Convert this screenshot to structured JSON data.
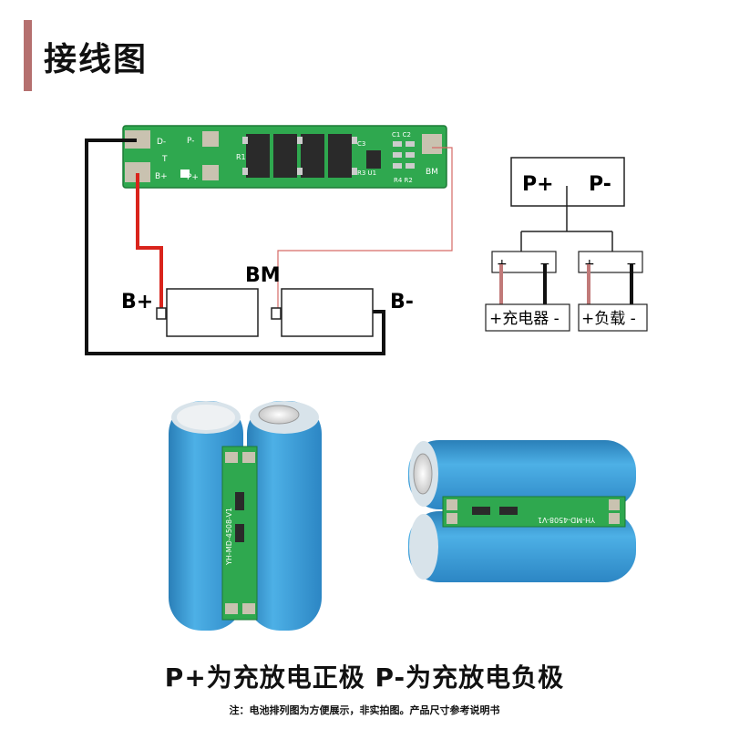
{
  "header": {
    "title": "接线图"
  },
  "pcb": {
    "pad_left_top": "D-",
    "pad_left_mid": "P-",
    "pad_left_bot": "B+",
    "pad_left_bot2": "P+",
    "pad_T": "T",
    "pad_BM": "BM",
    "comp_c1c2": "C1 C2",
    "comp_c3": "C3",
    "comp_r1": "R1",
    "comp_r3u1": "R3 U1",
    "comp_r4r2": "R4 R2"
  },
  "wiring": {
    "label_bplus": "B+",
    "label_bm": "BM",
    "label_bminus": "B-"
  },
  "schematic": {
    "p_plus": "P+",
    "p_minus": "P-",
    "plus": "+",
    "minus": "−",
    "charger": "+充电器 -",
    "load": "+负载 -"
  },
  "photo": {
    "board_text": "YH-MD-4508-V1"
  },
  "footer": {
    "caption": "P+为充放电正极  P-为充放电负极",
    "note": "注：电池排列图为方便展示，非实拍图。产品尺寸参考说明书"
  },
  "colors": {
    "accent": "#b5706f",
    "pcb_green": "#2fa84f",
    "wire_red": "#d9241c",
    "battery_blue": "#3597d3"
  }
}
